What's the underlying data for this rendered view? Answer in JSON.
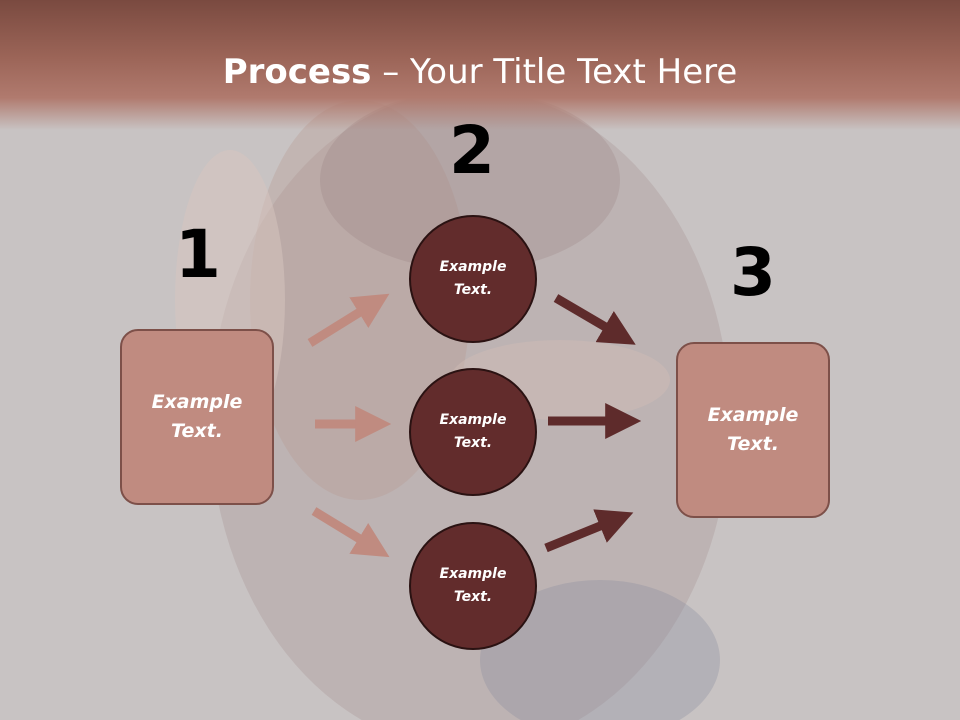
{
  "title": {
    "bold": "Process",
    "rest": " – Your Title Text Here"
  },
  "steps": [
    {
      "number": "1",
      "text": "Example\nText."
    },
    {
      "number": "2",
      "text": "Example\nText."
    },
    {
      "number": "3",
      "text": "Example\nText."
    }
  ],
  "circles": [
    {
      "text": "Example\nText."
    },
    {
      "text": "Example\nText."
    },
    {
      "text": "Example\nText."
    }
  ],
  "colors": {
    "header": "#9c6558",
    "box_fill": "#c08b80",
    "circle_fill": "#622c2c",
    "arrow_light": "#c08b80",
    "arrow_dark": "#5e2b2b"
  }
}
